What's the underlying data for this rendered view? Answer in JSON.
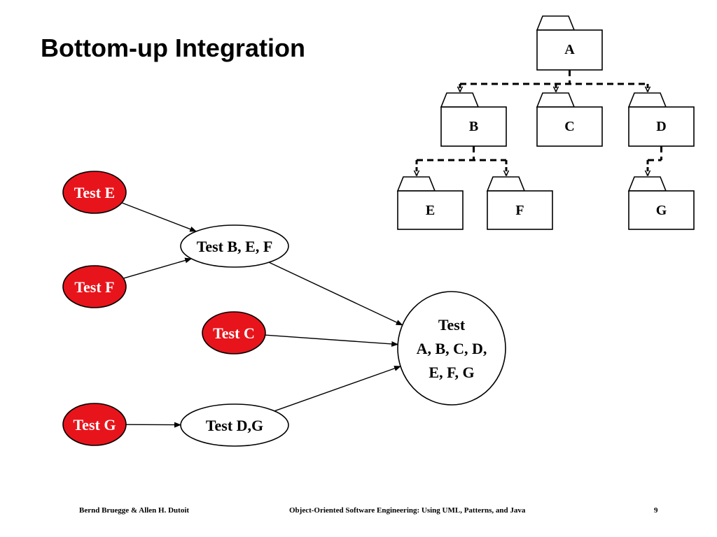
{
  "title": "Bottom-up Integration",
  "colors": {
    "test_fill": "#e8141c",
    "test_text": "#ffffff",
    "outline": "#000000",
    "background": "#ffffff"
  },
  "hierarchy": {
    "packages": [
      {
        "id": "A",
        "label": "A"
      },
      {
        "id": "B",
        "label": "B"
      },
      {
        "id": "C",
        "label": "C"
      },
      {
        "id": "D",
        "label": "D"
      },
      {
        "id": "E",
        "label": "E"
      },
      {
        "id": "F",
        "label": "F"
      },
      {
        "id": "G",
        "label": "G"
      }
    ],
    "edges": [
      {
        "from": "A",
        "to": "B"
      },
      {
        "from": "A",
        "to": "C"
      },
      {
        "from": "A",
        "to": "D"
      },
      {
        "from": "B",
        "to": "E"
      },
      {
        "from": "B",
        "to": "F"
      },
      {
        "from": "D",
        "to": "G"
      }
    ]
  },
  "tests": [
    {
      "id": "test_e",
      "lines": [
        "Test E"
      ],
      "style": "filled"
    },
    {
      "id": "test_f",
      "lines": [
        "Test F"
      ],
      "style": "filled"
    },
    {
      "id": "test_c",
      "lines": [
        "Test C"
      ],
      "style": "filled"
    },
    {
      "id": "test_g",
      "lines": [
        "Test G"
      ],
      "style": "filled"
    },
    {
      "id": "test_bef",
      "lines": [
        "Test B, E, F"
      ],
      "style": "outline"
    },
    {
      "id": "test_dg",
      "lines": [
        "Test D,G"
      ],
      "style": "outline"
    },
    {
      "id": "test_all",
      "lines": [
        "Test",
        "A, B, C, D,",
        "E, F, G"
      ],
      "style": "outline"
    }
  ],
  "test_flows": [
    {
      "from": "test_e",
      "to": "test_bef"
    },
    {
      "from": "test_f",
      "to": "test_bef"
    },
    {
      "from": "test_bef",
      "to": "test_all"
    },
    {
      "from": "test_c",
      "to": "test_all"
    },
    {
      "from": "test_g",
      "to": "test_dg"
    },
    {
      "from": "test_dg",
      "to": "test_all"
    }
  ],
  "footer": {
    "authors": "Bernd Bruegge & Allen H. Dutoit",
    "book": "Object-Oriented Software Engineering: Using UML, Patterns, and Java",
    "page": "9"
  }
}
